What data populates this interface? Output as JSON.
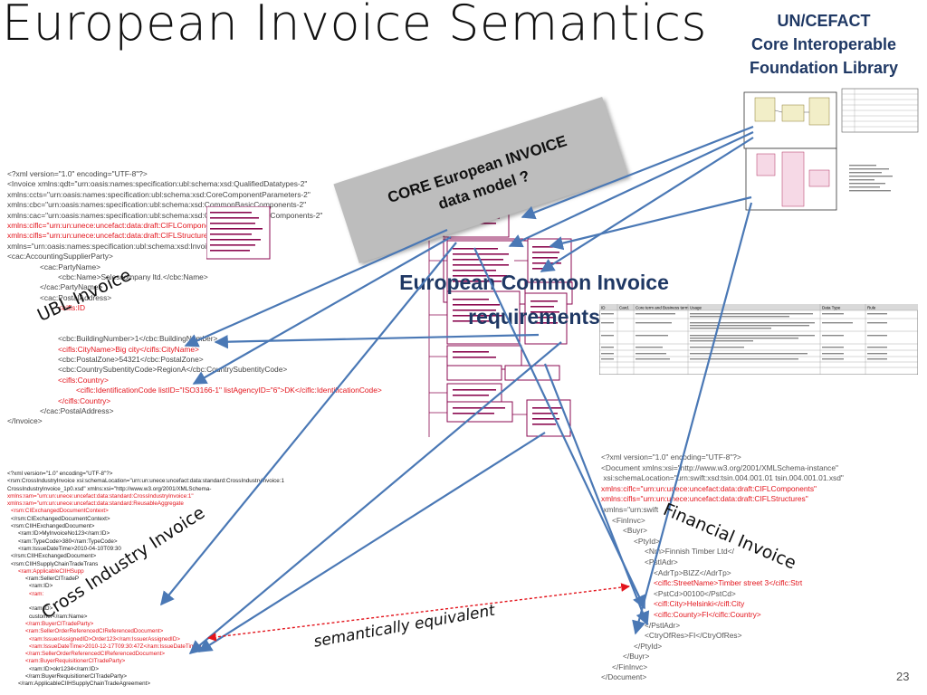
{
  "slide": {
    "title": "European Invoice Semantics",
    "uncefact": {
      "line1": "UN/CEFACT",
      "line2": "Core Interoperable",
      "line3": "Foundation Library"
    },
    "core_model": {
      "line1": "CORE European INVOICE",
      "line2": "data model ?"
    },
    "requirements": {
      "line1": "European Common Invoice",
      "line2": "requirements"
    },
    "labels": {
      "ubl": "UBL Invoice",
      "cii": "Cross Industry Invoice",
      "financial": "Financial Invoice",
      "semantic": "semantically equivalent"
    },
    "page_number": "23"
  },
  "ubl_code": [
    {
      "t": "<?xml version=\"1.0\" encoding=\"UTF-8\"?>",
      "red": false,
      "indent": 0
    },
    {
      "t": "<Invoice xmlns:qdt=\"urn:oasis:names:specification:ubl:schema:xsd:QualifiedDatatypes-2\"",
      "red": false,
      "indent": 0
    },
    {
      "t": "xmlns:ccts=\"urn:oasis:names:specification:ubl:schema:xsd:CoreComponentParameters-2\"",
      "red": false,
      "indent": 0
    },
    {
      "t": "xmlns:cbc=\"urn:oasis:names:specification:ubl:schema:xsd:CommonBasicComponents-2\"",
      "red": false,
      "indent": 0
    },
    {
      "t": "xmlns:cac=\"urn:oasis:names:specification:ubl:schema:xsd:CommonAggregateComponents-2\"",
      "red": false,
      "indent": 0
    },
    {
      "t": "xmlns:ciflc=\"urn:un:unece:uncefact:data:draft:CIFLComponents\"",
      "red": true,
      "indent": 0
    },
    {
      "t": "xmlns:cifls=\"urn:un:unece:uncefact:data:draft:CIFLStructures\"",
      "red": true,
      "indent": 0
    },
    {
      "t": "xmlns=\"urn:oasis:names:specification:ubl:schema:xsd:Invoice-3\">",
      "red": false,
      "indent": 0
    },
    {
      "t": "<cac:AccountingSupplierParty>",
      "red": false,
      "indent": 0
    },
    {
      "t": "<cac:PartyName>",
      "red": false,
      "indent": 36
    },
    {
      "t": "<cbc:Name>Salescompany ltd.</cbc:Name>",
      "red": false,
      "indent": 56
    },
    {
      "t": "</cac:PartyName>",
      "red": false,
      "indent": 36
    },
    {
      "t": "<cac:PostalAddress>",
      "red": false,
      "indent": 36
    },
    {
      "t": "<cifls:ID",
      "red": true,
      "indent": 56
    },
    {
      "t": "",
      "red": false,
      "indent": 56
    },
    {
      "t": "",
      "red": false,
      "indent": 56
    },
    {
      "t": "<cbc:BuildingNumber>1</cbc:BuildingNumber>",
      "red": false,
      "indent": 56
    },
    {
      "t": "<cifls:CityName>Big city</cifls:CityName>",
      "red": true,
      "indent": 56
    },
    {
      "t": "<cbc:PostalZone>54321</cbc:PostalZone>",
      "red": false,
      "indent": 56
    },
    {
      "t": "<cbc:CountrySubentityCode>RegionA</cbc:CountrySubentityCode>",
      "red": false,
      "indent": 56
    },
    {
      "t": "<cifls:Country>",
      "red": true,
      "indent": 56
    },
    {
      "t": "<ciflc:IdentificationCode listID=\"ISO3166-1\" listAgencyID=\"6\">DK</ciflc:IdentificationCode>",
      "red": true,
      "indent": 76
    },
    {
      "t": "</cifls:Country>",
      "red": true,
      "indent": 56
    },
    {
      "t": "</cac:PostalAddress>",
      "red": false,
      "indent": 36
    },
    {
      "t": "</Invoice>",
      "red": false,
      "indent": 0
    }
  ],
  "cii_code": [
    {
      "t": "<?xml version=\"1.0\" encoding=\"UTF-8\"?>",
      "red": false,
      "indent": 0
    },
    {
      "t": "<rsm:CrossIndustryInvoice xsi:schemaLocation=\"urn:un:unece:uncefact:data:standard:CrossIndustryInvoice:1",
      "red": false,
      "indent": 0
    },
    {
      "t": "CrossIndustryInvoice_1p0.xsd\" xmlns:xsi=\"http://www.w3.org/2001/XMLSchema-",
      "red": false,
      "indent": 0
    },
    {
      "t": "xmlns:ram=\"urn:un:unece:uncefact:data:standard:CrossIndustryInvoice:1\"",
      "red": true,
      "indent": 0
    },
    {
      "t": "xmlns:ram=\"urn:un:unece:uncefact:data:standard:ReusableAggregate",
      "red": true,
      "indent": 0
    },
    {
      "t": "<rsm:CIExchangedDocumentContext>",
      "red": true,
      "indent": 4
    },
    {
      "t": "</rsm:CIExchangedDocumentContext>",
      "red": false,
      "indent": 4
    },
    {
      "t": "<rsm:CIIHExchangedDocument>",
      "red": false,
      "indent": 4
    },
    {
      "t": "<ram:ID>MyInvoiceNo123</ram:ID>",
      "red": false,
      "indent": 12
    },
    {
      "t": "<ram:TypeCode>380</ram:TypeCode>",
      "red": false,
      "indent": 12
    },
    {
      "t": "<ram:IssueDateTime>2010-04-10T09:30",
      "red": false,
      "indent": 12
    },
    {
      "t": "</rsm:CIIHExchangedDocument>",
      "red": false,
      "indent": 4
    },
    {
      "t": "<rsm:CIIHSupplyChainTradeTrans",
      "red": false,
      "indent": 4
    },
    {
      "t": "<ram:ApplicableCIIHSupp",
      "red": true,
      "indent": 12
    },
    {
      "t": "<ram:SellerCITradeP",
      "red": false,
      "indent": 20
    },
    {
      "t": "<ram:ID>",
      "red": false,
      "indent": 24
    },
    {
      "t": "<ram:",
      "red": true,
      "indent": 24
    },
    {
      "t": "",
      "red": false,
      "indent": 24
    },
    {
      "t": "<ram:ID>",
      "red": false,
      "indent": 24
    },
    {
      "t": "customer</ram:Name>",
      "red": false,
      "indent": 24
    },
    {
      "t": "</ram:BuyerCITradeParty>",
      "red": true,
      "indent": 20
    },
    {
      "t": "<ram:SellerOrderReferencedCIReferencedDocument>",
      "red": true,
      "indent": 20
    },
    {
      "t": "<ram:IssuerAssignedID>Order123</ram:IssuerAssignedID>",
      "red": true,
      "indent": 24
    },
    {
      "t": "<ram:IssueDateTime>2010-12-17T09:30:47Z</ram:IssueDateTime>",
      "red": true,
      "indent": 24
    },
    {
      "t": "</ram:SellerOrderReferencedCIReferencedDocument>",
      "red": true,
      "indent": 20
    },
    {
      "t": "<ram:BuyerRequisitionerCITradeParty>",
      "red": true,
      "indent": 20
    },
    {
      "t": "<ram:ID>okr1234</ram:ID>",
      "red": false,
      "indent": 24
    },
    {
      "t": "</ram:BuyerRequisitionerCITradeParty>",
      "red": false,
      "indent": 20
    },
    {
      "t": "</ram:ApplicableCIIHSupplyChainTradeAgreement>",
      "red": false,
      "indent": 12
    },
    {
      "t": "",
      "red": false,
      "indent": 0
    },
    {
      "t": "......",
      "red": false,
      "indent": 0
    }
  ],
  "fin_code": [
    {
      "t": "<?xml version=\"1.0\" encoding=\"UTF-8\"?>",
      "red": false,
      "indent": 0
    },
    {
      "t": "<Document xmlns:xsi=\"http://www.w3.org/2001/XMLSchema-instance\"",
      "red": false,
      "indent": 0
    },
    {
      "t": " xsi:schemaLocation=\"urn:swift:xsd:tsin.004.001.01 tsin.004.001.01.xsd\"",
      "red": false,
      "indent": 0
    },
    {
      "t": "xmlns:ciflc=\"urn:un:unece:uncefact:data:draft:CIFLComponents\"",
      "red": true,
      "indent": 0
    },
    {
      "t": "xmlns:cifls=\"urn:un:unece:uncefact:data:draft:CIFLStructures\"",
      "red": true,
      "indent": 0
    },
    {
      "t": " xmlns=\"urn:swift",
      "red": false,
      "indent": 0
    },
    {
      "t": "<FinInvc>",
      "red": false,
      "indent": 12
    },
    {
      "t": "<Buyr>",
      "red": false,
      "indent": 24
    },
    {
      "t": "<PtyId>",
      "red": false,
      "indent": 36
    },
    {
      "t": "<Nm>Finnish Timber Ltd</",
      "red": false,
      "indent": 48
    },
    {
      "t": "<PstlAdr>",
      "red": false,
      "indent": 48
    },
    {
      "t": "<AdrTp>BIZZ</AdrTp>",
      "red": false,
      "indent": 58
    },
    {
      "t": "<ciflc:StreetName>Timber street 3</ciflc:Strt",
      "red": true,
      "indent": 58
    },
    {
      "t": "<PstCd>00100</PstCd>",
      "red": false,
      "indent": 58
    },
    {
      "t": "<cifl:City>Helsinki</cifl:City",
      "red": true,
      "indent": 58
    },
    {
      "t": "<ciflc:County>FI</ciflc:Country>",
      "red": true,
      "indent": 58
    },
    {
      "t": "</PstlAdr>",
      "red": false,
      "indent": 48
    },
    {
      "t": "<CtryOfRes>FI</CtryOfRes>",
      "red": false,
      "indent": 48
    },
    {
      "t": "</PtyId>",
      "red": false,
      "indent": 36
    },
    {
      "t": "</Buyr>",
      "red": false,
      "indent": 24
    },
    {
      "t": "</FinInvc>",
      "red": false,
      "indent": 12
    },
    {
      "t": "</Document>",
      "red": false,
      "indent": 0
    }
  ],
  "requirements_table": {
    "headers": [
      "ID",
      "Card.",
      "Core term and Business term",
      "Usage",
      "Data Type",
      "Rule"
    ]
  },
  "colors": {
    "title": "#111111",
    "accent_blue": "#1f3864",
    "arrow_blue": "#4a78b5",
    "xml_red": "#e3141c",
    "core_box_gray": "#bdbdbd",
    "uml_pink": "#8b0a50"
  }
}
